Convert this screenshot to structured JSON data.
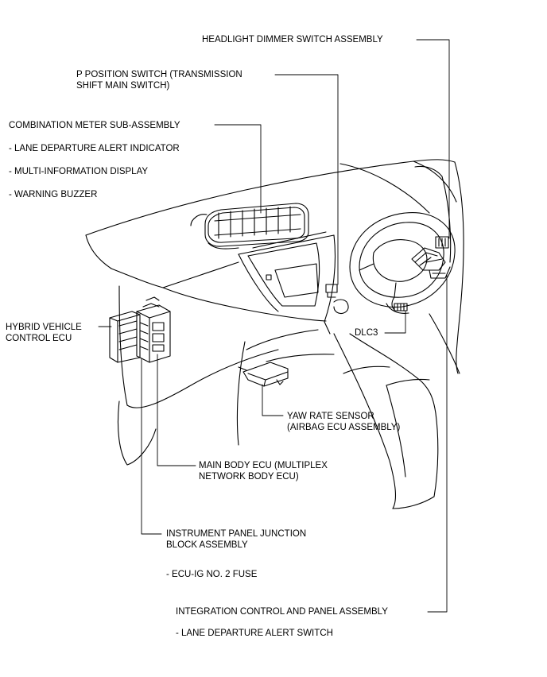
{
  "labels": {
    "headlight_dimmer": "HEADLIGHT DIMMER SWITCH ASSEMBLY",
    "p_position_1": "P POSITION SWITCH (TRANSMISSION",
    "p_position_2": "SHIFT MAIN SWITCH)",
    "combination_meter": "COMBINATION METER SUB-ASSEMBLY",
    "lane_departure_indicator": "- LANE DEPARTURE ALERT INDICATOR",
    "multi_info_display": "- MULTI-INFORMATION DISPLAY",
    "warning_buzzer": "- WARNING BUZZER",
    "hybrid_ecu_1": "HYBRID VEHICLE",
    "hybrid_ecu_2": "CONTROL ECU",
    "dlc3": "DLC3",
    "yaw_rate_1": "YAW RATE SENSOR",
    "yaw_rate_2": "(AIRBAG ECU ASSEMBLY)",
    "main_body_ecu_1": "MAIN BODY ECU (MULTIPLEX",
    "main_body_ecu_2": "NETWORK BODY ECU)",
    "junction_block_1": "INSTRUMENT PANEL JUNCTION",
    "junction_block_2": "BLOCK ASSEMBLY",
    "ecu_ig_fuse": "- ECU-IG NO. 2 FUSE",
    "integration_control": "INTEGRATION CONTROL AND PANEL ASSEMBLY",
    "lane_departure_switch": "- LANE DEPARTURE ALERT SWITCH"
  }
}
